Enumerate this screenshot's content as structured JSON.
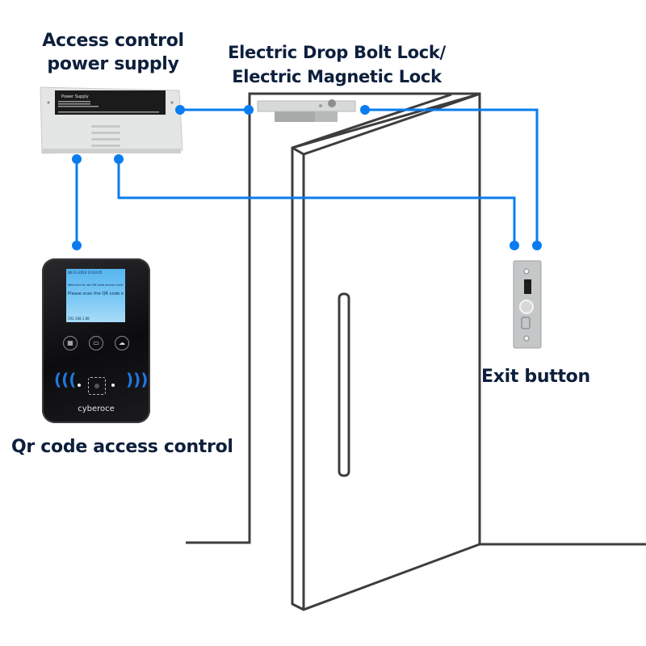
{
  "diagram": {
    "title": "Access control wiring diagram",
    "components": {
      "power_supply": {
        "label": "Access control power supply",
        "label_line1": "Access control",
        "label_line2": "power supply",
        "device_plate": "Power Supply"
      },
      "lock": {
        "label_line1": "Electric Drop Bolt Lock/",
        "label_line2": "Electric Magnetic Lock"
      },
      "exit_button": {
        "label": "Exit button"
      },
      "qr_terminal": {
        "label": "Qr code access control",
        "brand": "cyberoce",
        "screen": {
          "datetime": "10-12-2024 10:03:05",
          "status_icons": "wifi-icon",
          "welcome": "Welcome to use QR code access control",
          "prompt": "Please scan the QR code or swipe your card",
          "ip": "192.168.1.88"
        },
        "buttons": [
          "qr-code-icon",
          "card-icon",
          "cloud-icon"
        ]
      }
    },
    "connections": [
      {
        "from": "power_supply",
        "to": "lock"
      },
      {
        "from": "lock",
        "to": "exit_button"
      },
      {
        "from": "power_supply",
        "to": "exit_button"
      },
      {
        "from": "power_supply",
        "to": "qr_terminal"
      }
    ],
    "colors": {
      "wire": "#0a7cf0",
      "label": "#0d1f3c",
      "door_outline": "#3d3d3d"
    }
  }
}
